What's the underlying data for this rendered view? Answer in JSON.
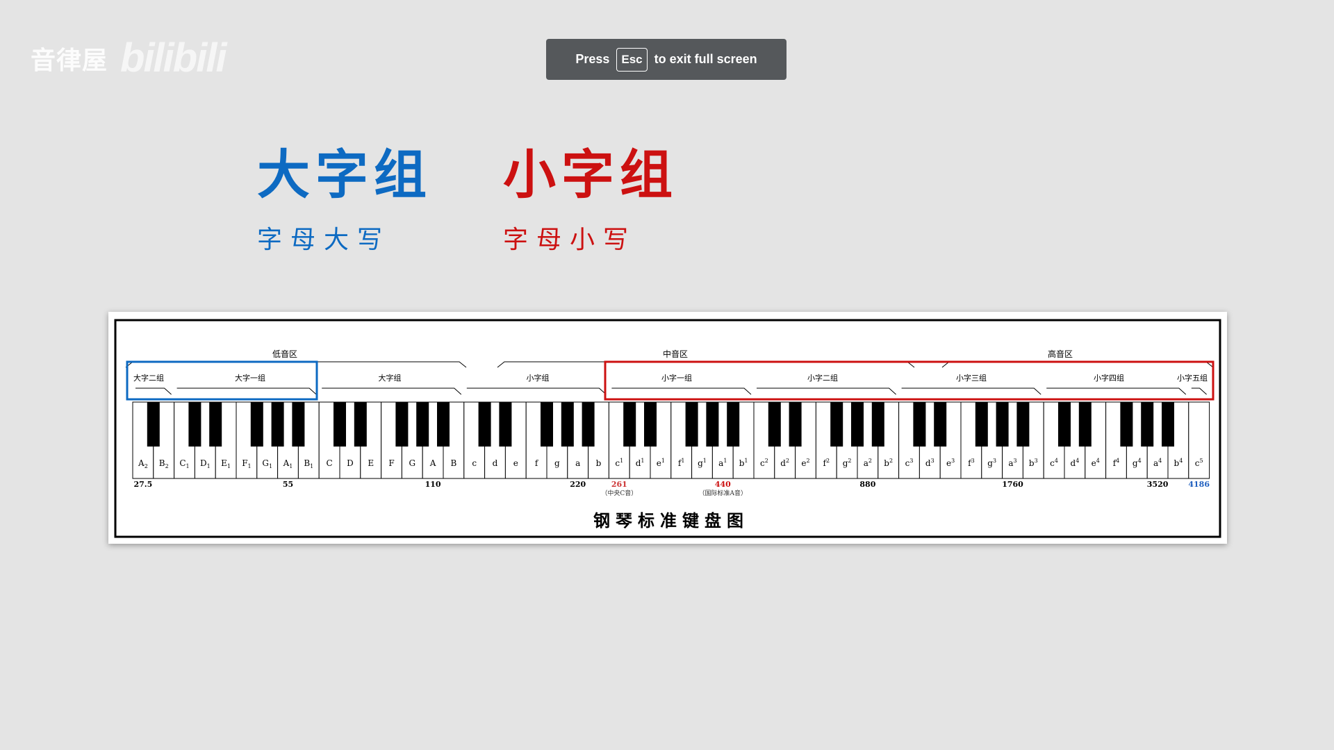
{
  "watermark": {
    "text": "音律屋",
    "logo": "bilibili"
  },
  "fullscreen_toast": {
    "prefix": "Press",
    "key": "Esc",
    "suffix": "to exit full screen"
  },
  "headings": {
    "upper": {
      "title": "大字组",
      "subtitle": "字母大写"
    },
    "lower": {
      "title": "小字组",
      "subtitle": "字母小写"
    }
  },
  "colors": {
    "blue": "#0d6ac2",
    "red": "#cc1111",
    "background": "#e4e4e4",
    "toast": "#55585b"
  },
  "keyboard": {
    "caption": "钢琴标准键盘图",
    "registers": [
      "低音区",
      "中音区",
      "高音区"
    ],
    "groups": [
      "大字二组",
      "大字一组",
      "大字组",
      "小字组",
      "小字一组",
      "小字二组",
      "小字三组",
      "小字四组",
      "小字五组"
    ],
    "white_keys": [
      {
        "n": "A",
        "s": "2"
      },
      {
        "n": "B",
        "s": "2"
      },
      {
        "n": "C",
        "s": "1"
      },
      {
        "n": "D",
        "s": "1"
      },
      {
        "n": "E",
        "s": "1"
      },
      {
        "n": "F",
        "s": "1"
      },
      {
        "n": "G",
        "s": "1"
      },
      {
        "n": "A",
        "s": "1"
      },
      {
        "n": "B",
        "s": "1"
      },
      {
        "n": "C",
        "s": ""
      },
      {
        "n": "D",
        "s": ""
      },
      {
        "n": "E",
        "s": ""
      },
      {
        "n": "F",
        "s": ""
      },
      {
        "n": "G",
        "s": ""
      },
      {
        "n": "A",
        "s": ""
      },
      {
        "n": "B",
        "s": ""
      },
      {
        "n": "c",
        "s": ""
      },
      {
        "n": "d",
        "s": ""
      },
      {
        "n": "e",
        "s": ""
      },
      {
        "n": "f",
        "s": ""
      },
      {
        "n": "g",
        "s": ""
      },
      {
        "n": "a",
        "s": ""
      },
      {
        "n": "b",
        "s": ""
      },
      {
        "n": "c",
        "s": "1",
        "p": true
      },
      {
        "n": "d",
        "s": "1",
        "p": true
      },
      {
        "n": "e",
        "s": "1",
        "p": true
      },
      {
        "n": "f",
        "s": "1",
        "p": true
      },
      {
        "n": "g",
        "s": "1",
        "p": true
      },
      {
        "n": "a",
        "s": "1",
        "p": true
      },
      {
        "n": "b",
        "s": "1",
        "p": true
      },
      {
        "n": "c",
        "s": "2",
        "p": true
      },
      {
        "n": "d",
        "s": "2",
        "p": true
      },
      {
        "n": "e",
        "s": "2",
        "p": true
      },
      {
        "n": "f",
        "s": "2",
        "p": true
      },
      {
        "n": "g",
        "s": "2",
        "p": true
      },
      {
        "n": "a",
        "s": "2",
        "p": true
      },
      {
        "n": "b",
        "s": "2",
        "p": true
      },
      {
        "n": "c",
        "s": "3",
        "p": true
      },
      {
        "n": "d",
        "s": "3",
        "p": true
      },
      {
        "n": "e",
        "s": "3",
        "p": true
      },
      {
        "n": "f",
        "s": "3",
        "p": true
      },
      {
        "n": "g",
        "s": "3",
        "p": true
      },
      {
        "n": "a",
        "s": "3",
        "p": true
      },
      {
        "n": "b",
        "s": "3",
        "p": true
      },
      {
        "n": "c",
        "s": "4",
        "p": true
      },
      {
        "n": "d",
        "s": "4",
        "p": true
      },
      {
        "n": "e",
        "s": "4",
        "p": true
      },
      {
        "n": "f",
        "s": "4",
        "p": true
      },
      {
        "n": "g",
        "s": "4",
        "p": true
      },
      {
        "n": "a",
        "s": "4",
        "p": true
      },
      {
        "n": "b",
        "s": "4",
        "p": true
      },
      {
        "n": "c",
        "s": "5",
        "p": true
      }
    ],
    "frequencies": [
      {
        "label": "27.5",
        "key": 0,
        "color": "#000000"
      },
      {
        "label": "55",
        "key": 7,
        "color": "#000000"
      },
      {
        "label": "110",
        "key": 14,
        "color": "#000000"
      },
      {
        "label": "220",
        "key": 21,
        "color": "#000000"
      },
      {
        "label": "261",
        "key": 23,
        "color": "#cc3333",
        "note": "（中央C音）"
      },
      {
        "label": "440",
        "key": 28,
        "color": "#cc1111",
        "note": "（国际标准A音）"
      },
      {
        "label": "880",
        "key": 35,
        "color": "#000000"
      },
      {
        "label": "1760",
        "key": 42,
        "color": "#000000"
      },
      {
        "label": "3520",
        "key": 49,
        "color": "#000000"
      },
      {
        "label": "4186",
        "key": 51,
        "color": "#1f5fbf"
      }
    ]
  }
}
